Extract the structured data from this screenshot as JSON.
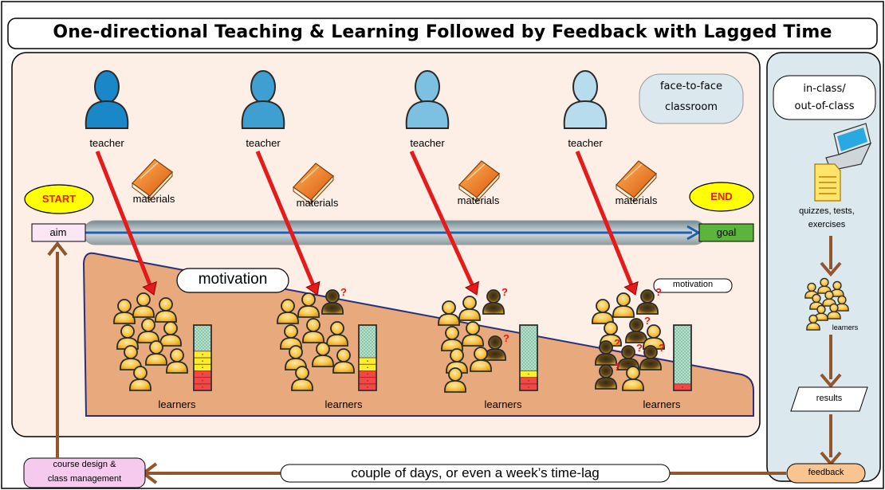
{
  "title": "One-directional Teaching & Learning Followed by Feedback with Lagged Time",
  "classroom": {
    "label_line1": "face-to-face",
    "label_line2": "classroom",
    "start": "START",
    "end": "END",
    "aim": "aim",
    "goal": "goal",
    "motivation_big": "motivation",
    "motivation_small": "motivation",
    "stages": [
      {
        "teacher": "teacher",
        "materials": "materials",
        "learners": "learners",
        "teacher_color": "#1a87c9",
        "understood_fraction": 0.6
      },
      {
        "teacher": "teacher",
        "materials": "materials",
        "learners": "learners",
        "teacher_color": "#3f9fd1",
        "understood_fraction": 0.45
      },
      {
        "teacher": "teacher",
        "materials": "materials",
        "learners": "learners",
        "teacher_color": "#7cc0e2",
        "understood_fraction": 0.25
      },
      {
        "teacher": "teacher",
        "materials": "materials",
        "learners": "learners",
        "teacher_color": "#b7dcee",
        "understood_fraction": 0.05
      }
    ]
  },
  "side_panel": {
    "label_line1": "in-class/",
    "label_line2": "out-of-class",
    "quizzes_line1": "quizzes, tests,",
    "quizzes_line2": "exercises",
    "learners": "learners",
    "results": "results"
  },
  "bottom": {
    "feedback": "feedback",
    "time_lag": "couple of days, or even a week’s time-lag",
    "course_line1": "course design &",
    "course_line2": "class management"
  },
  "colors": {
    "panel_left": "#fdeee6",
    "panel_right": "#dbe8ee",
    "wedge": "#e8a97c",
    "arrow_red": "#e51a1a",
    "flow_brown": "#93552b",
    "aim_box": "#fbe6f8",
    "goal_box": "#5bb53c",
    "start_end": "#ffff00",
    "feedback_box": "#f8c48f",
    "course_box": "#f6c9ee"
  }
}
